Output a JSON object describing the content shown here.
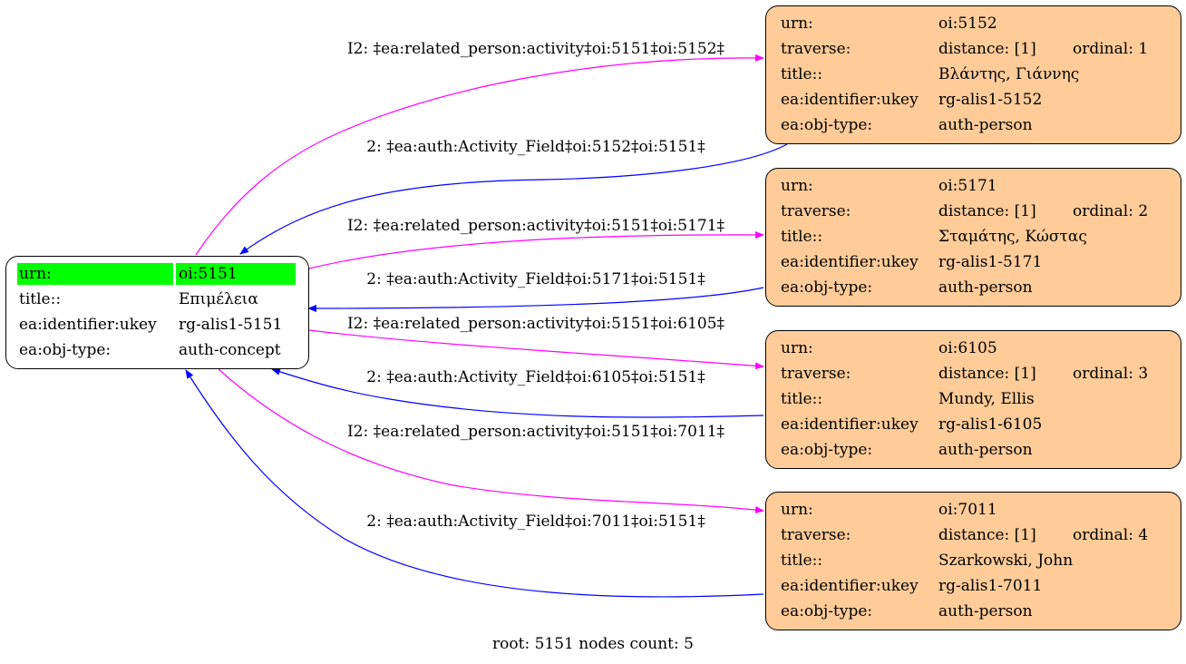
{
  "root": {
    "rows": [
      {
        "key": "urn:",
        "value": "oi:5151"
      },
      {
        "key": "title::",
        "value": "Επιμέλεια"
      },
      {
        "key": "ea:identifier:ukey",
        "value": "rg-alis1-5151"
      },
      {
        "key": "ea:obj-type:",
        "value": "auth-concept"
      }
    ],
    "highlight_color": "#00ff00"
  },
  "children": [
    {
      "urn_key": "urn:",
      "urn": "oi:5152",
      "traverse_key": "traverse:",
      "distance": "distance: [1]",
      "ordinal": "ordinal: 1",
      "title_key": "title::",
      "title": "Βλάντης, Γιάννης",
      "ukey_key": "ea:identifier:ukey",
      "ukey": "rg-alis1-5152",
      "type_key": "ea:obj-type:",
      "type": "auth-person"
    },
    {
      "urn_key": "urn:",
      "urn": "oi:5171",
      "traverse_key": "traverse:",
      "distance": "distance: [1]",
      "ordinal": "ordinal: 2",
      "title_key": "title::",
      "title": "Σταμάτης, Κώστας",
      "ukey_key": "ea:identifier:ukey",
      "ukey": "rg-alis1-5171",
      "type_key": "ea:obj-type:",
      "type": "auth-person"
    },
    {
      "urn_key": "urn:",
      "urn": "oi:6105",
      "traverse_key": "traverse:",
      "distance": "distance: [1]",
      "ordinal": "ordinal: 3",
      "title_key": "title::",
      "title": "Mundy, Ellis",
      "ukey_key": "ea:identifier:ukey",
      "ukey": "rg-alis1-6105",
      "type_key": "ea:obj-type:",
      "type": "auth-person"
    },
    {
      "urn_key": "urn:",
      "urn": "oi:7011",
      "traverse_key": "traverse:",
      "distance": "distance: [1]",
      "ordinal": "ordinal: 4",
      "title_key": "title::",
      "title": "Szarkowski, John",
      "ukey_key": "ea:identifier:ukey",
      "ukey": "rg-alis1-7011",
      "type_key": "ea:obj-type:",
      "type": "auth-person"
    }
  ],
  "edges": {
    "outgoing": [
      "I2: ‡ea:related_person:activity‡oi:5151‡oi:5152‡",
      "I2: ‡ea:related_person:activity‡oi:5151‡oi:5171‡",
      "I2: ‡ea:related_person:activity‡oi:5151‡oi:6105‡",
      "I2: ‡ea:related_person:activity‡oi:5151‡oi:7011‡"
    ],
    "incoming": [
      "2: ‡ea:auth:Activity_Field‡oi:5152‡oi:5151‡",
      "2: ‡ea:auth:Activity_Field‡oi:5171‡oi:5151‡",
      "2: ‡ea:auth:Activity_Field‡oi:6105‡oi:5151‡",
      "2: ‡ea:auth:Activity_Field‡oi:7011‡oi:5151‡"
    ],
    "outgoing_color": "#ff00ff",
    "incoming_color": "#0000ff"
  },
  "footer": "root: 5151 nodes count: 5"
}
